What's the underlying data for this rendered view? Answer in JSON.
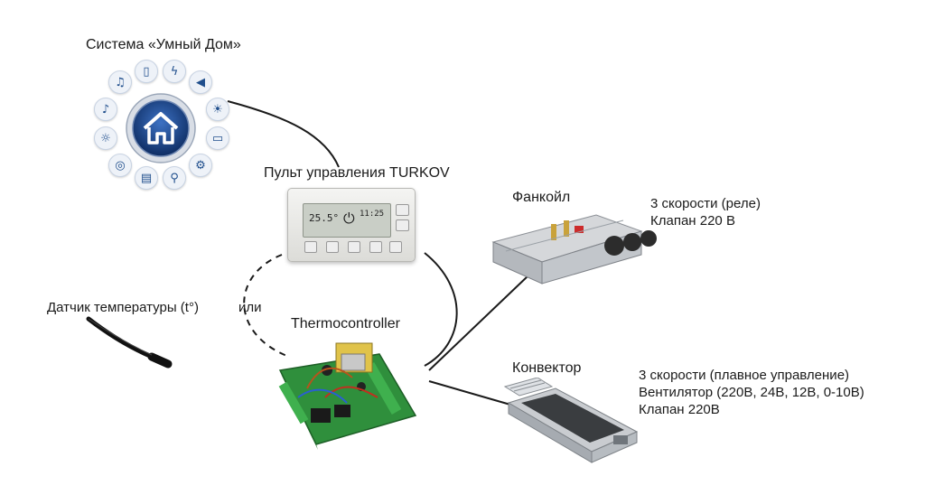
{
  "smart_home": {
    "title": "Система «Умный Дом»",
    "icons": [
      "music-note-icon",
      "phone-rotate-icon",
      "lightning-icon",
      "megaphone-icon",
      "sun-icon",
      "monitor-icon",
      "gear-icon",
      "bicycle-icon",
      "laptop-icon",
      "globe-icon",
      "lightbulb-icon",
      "speaker-icon",
      "home-icon"
    ]
  },
  "panel": {
    "title": "Пульт управления TURKOV",
    "display_temp": "25.5°",
    "display_time": "11:25"
  },
  "sensor": {
    "label": "Датчик температуры (t°)",
    "or": "или"
  },
  "thermocontroller": {
    "label": "Thermocontroller"
  },
  "fancoil": {
    "label": "Фанкойл",
    "spec_line1": "3 скорости (реле)",
    "spec_line2": "Клапан 220 В"
  },
  "convector": {
    "label": "Конвектор",
    "spec_line1": "3 скорости (плавное управление)",
    "spec_line2": "Вентилятор (220В, 24В, 12В, 0-10В)",
    "spec_line3": "Клапан 220В"
  },
  "colors": {
    "line": "#1a1a1a",
    "hub_blue": "#1f4e8c",
    "pcb_green": "#2f8f3c"
  }
}
